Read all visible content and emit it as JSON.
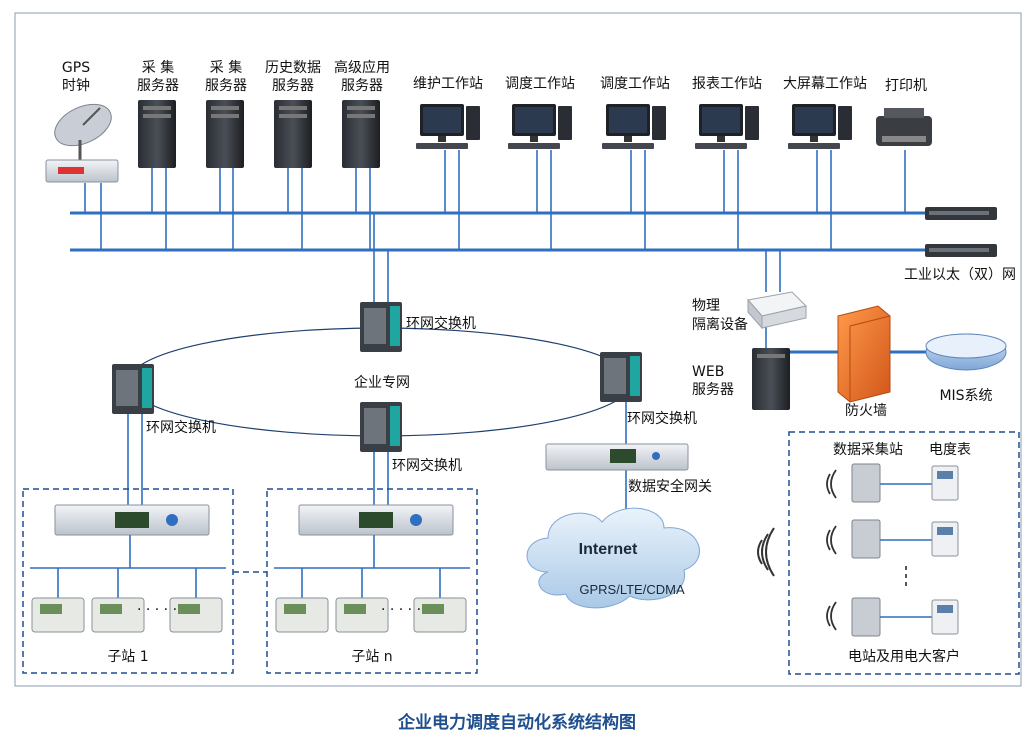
{
  "caption": "企业电力调度自动化系统结构图",
  "colors": {
    "bus": "#2f6fbf",
    "dashed": "#1f4f8f",
    "caption": "#1f4f8f"
  },
  "top_devices": {
    "gps_line1": "GPS",
    "gps_line2": "时钟",
    "collect1_line1": "采  集",
    "collect1_line2": "服务器",
    "collect2_line1": "采  集",
    "collect2_line2": "服务器",
    "history_line1": "历史数据",
    "history_line2": "服务器",
    "advanced_line1": "高级应用",
    "advanced_line2": "服务器",
    "maintenance_ws": "维护工作站",
    "dispatch_ws1": "调度工作站",
    "dispatch_ws2": "调度工作站",
    "report_ws": "报表工作站",
    "bigscreen_ws": "大屏幕工作站",
    "printer": "打印机"
  },
  "network": {
    "industrial_ethernet": "工业以太（双）网",
    "isolation_line1": "物理",
    "isolation_line2": "隔离设备",
    "web_line1": "WEB",
    "web_line2": "服务器",
    "firewall": "防火墙",
    "mis": "MIS系统",
    "ring_switch_top": "环网交换机",
    "ring_switch_left": "环网交换机",
    "ring_switch_bottom": "环网交换机",
    "ring_switch_right": "环网交换机",
    "enterprise_net": "企业专网",
    "security_gateway": "数据安全网关",
    "cloud_internet": "Internet",
    "cloud_gprs": "GPRS/LTE/CDMA"
  },
  "substations": {
    "sub1": "子站  1",
    "subn": "子站  n",
    "dots": "· · · · ·"
  },
  "customers": {
    "collector": "数据采集站",
    "meter": "电度表",
    "group": "电站及用电大客户"
  }
}
